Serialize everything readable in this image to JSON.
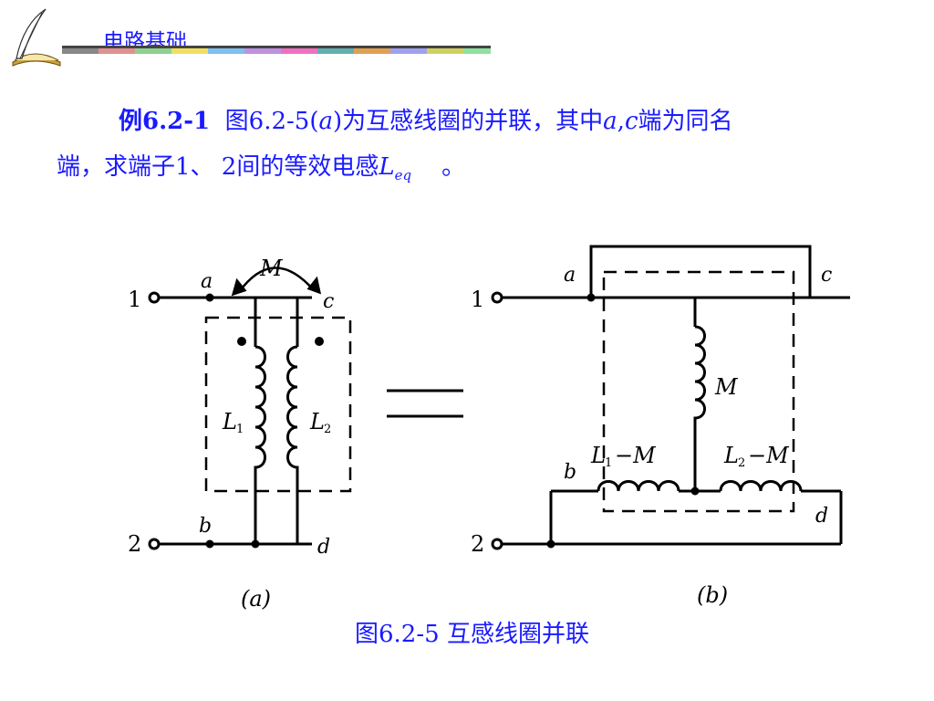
{
  "header": {
    "title": "电路基础"
  },
  "problem": {
    "example_label": "例6.2-1",
    "text_a": "图6.2-5(",
    "text_a_italic": "a",
    "text_b": ")为互感线圈的并联，其中",
    "text_ac": "a",
    "text_comma": ",",
    "text_c": "c",
    "text_c2": "端为同名",
    "text_line2": "端，求端子1、 2间的等效电感",
    "leq_L": "L",
    "leq_sub": "eq",
    "text_end": "。"
  },
  "figure_a": {
    "terminal_1": "1",
    "terminal_2": "2",
    "node_a": "a",
    "node_b": "b",
    "node_c": "c",
    "node_d": "d",
    "mutual": "M",
    "coil1": "L",
    "coil1_sub": "1",
    "coil2": "L",
    "coil2_sub": "2",
    "label": "(a)"
  },
  "figure_b": {
    "terminal_1": "1",
    "terminal_2": "2",
    "node_a": "a",
    "node_b": "b",
    "node_c": "c",
    "node_d": "d",
    "mutual": "M",
    "coil1": "L",
    "coil1_sub": "1",
    "coil1_rest": "−M",
    "coil2": "L",
    "coil2_sub": "2",
    "coil2_rest": "−M",
    "label": "(b)"
  },
  "equals": "=",
  "caption": "图6.2-5 互感线圈并联",
  "colors": {
    "text_blue": "#1a1aff",
    "ink": "#000000"
  }
}
